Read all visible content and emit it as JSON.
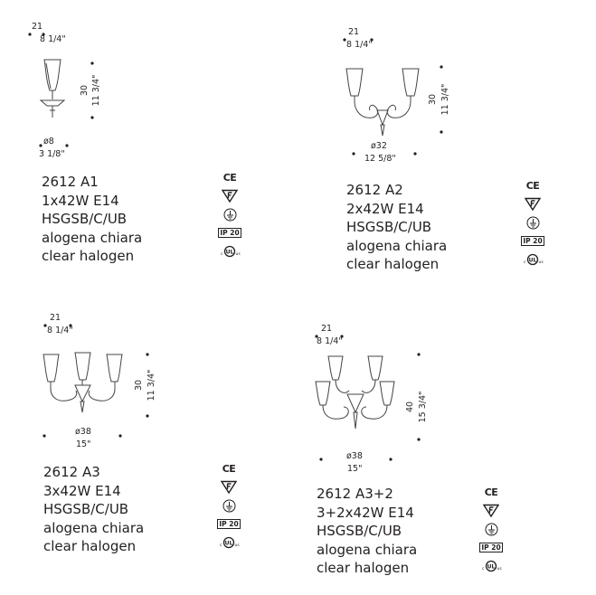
{
  "products": [
    {
      "id": "a1",
      "code": "2612 A1",
      "lamps": "1x42W E14",
      "finishes": "HSGSB/C/UB",
      "desc_it": "alogena chiara",
      "desc_en": "clear halogen",
      "depth_cm": "21",
      "depth_in": "8 1/4\"",
      "height_cm": "30",
      "height_in": "11 3/4\"",
      "width_cm": "ø8",
      "width_in": "3 1/8\""
    },
    {
      "id": "a2",
      "code": "2612 A2",
      "lamps": "2x42W E14",
      "finishes": "HSGSB/C/UB",
      "desc_it": "alogena chiara",
      "desc_en": "clear halogen",
      "depth_cm": "21",
      "depth_in": "8 1/4\"",
      "height_cm": "30",
      "height_in": "11 3/4\"",
      "width_cm": "ø32",
      "width_in": "12 5/8\""
    },
    {
      "id": "a3",
      "code": "2612 A3",
      "lamps": "3x42W E14",
      "finishes": "HSGSB/C/UB",
      "desc_it": "alogena chiara",
      "desc_en": "clear halogen",
      "depth_cm": "21",
      "depth_in": "8 1/4\"",
      "height_cm": "30",
      "height_in": "11 3/4\"",
      "width_cm": "ø38",
      "width_in": "15\""
    },
    {
      "id": "a3p2",
      "code": "2612 A3+2",
      "lamps": "3+2x42W E14",
      "finishes": "HSGSB/C/UB",
      "desc_it": "alogena chiara",
      "desc_en": "clear halogen",
      "depth_cm": "21",
      "depth_in": "8 1/4\"",
      "height_cm": "40",
      "height_in": "15 3/4\"",
      "width_cm": "ø38",
      "width_in": "15\""
    }
  ],
  "cert": {
    "ce": "CE",
    "ip": "IP 20",
    "icons": [
      "ce-mark-icon",
      "f-mark-icon",
      "ground-icon",
      "ip20-badge",
      "ul-listed-icon"
    ]
  }
}
